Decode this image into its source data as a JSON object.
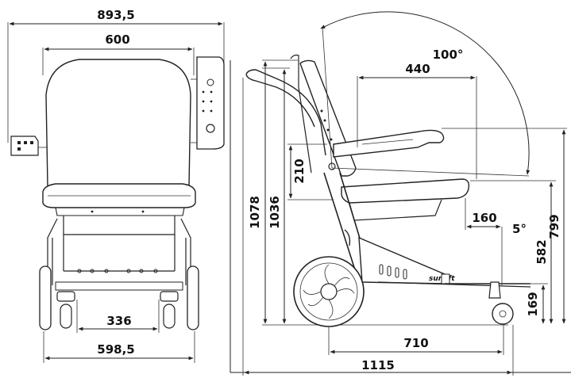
{
  "front_view": {
    "overall_width": "893,5",
    "seat_width": "600",
    "wheel_track": "336",
    "base_width": "598,5"
  },
  "side_view": {
    "recline_angle": "100°",
    "seat_depth": "440",
    "backrest_height": "210",
    "total_height": "1078",
    "backrest_top_height": "1036",
    "seat_tilt": "5°",
    "footrest_offset": "160",
    "armrest_height": "799",
    "seat_height": "582",
    "footrest_height": "169",
    "wheelbase": "710",
    "overall_length": "1115"
  },
  "brand_logo": "sunlift"
}
